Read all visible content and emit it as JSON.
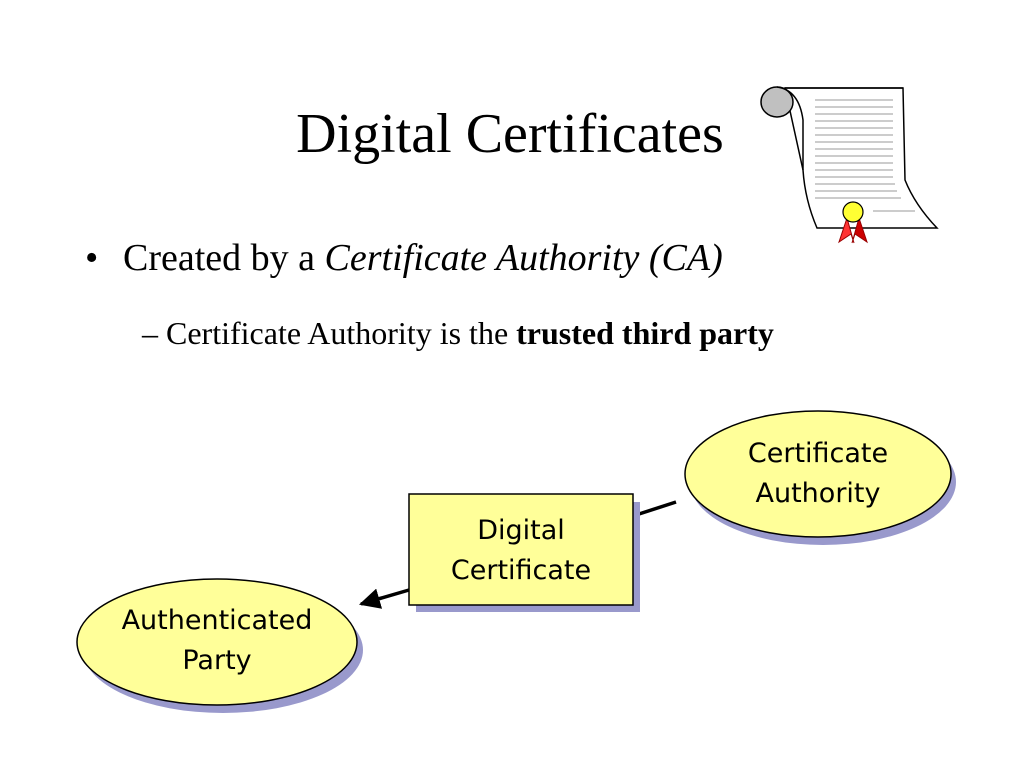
{
  "slide": {
    "title": "Digital Certificates",
    "bullet": {
      "prefix": "Created by a ",
      "emphasis": "Certificate Authority (CA)"
    },
    "sub_bullet": {
      "dash": "–",
      "prefix": " Certificate Authority is the ",
      "strong": "trusted third party"
    }
  },
  "diagram": {
    "nodes": {
      "certificate_authority": [
        "Certificate",
        "Authority"
      ],
      "digital_certificate": [
        "Digital",
        "Certificate"
      ],
      "authenticated_party": [
        "Authenticated",
        "Party"
      ]
    },
    "colors": {
      "fill": "#ffff99",
      "shadow": "#9999cc",
      "stroke": "#000000"
    }
  },
  "icons": {
    "scroll": "certificate-scroll-icon",
    "seal": "ribbon-seal-icon"
  }
}
